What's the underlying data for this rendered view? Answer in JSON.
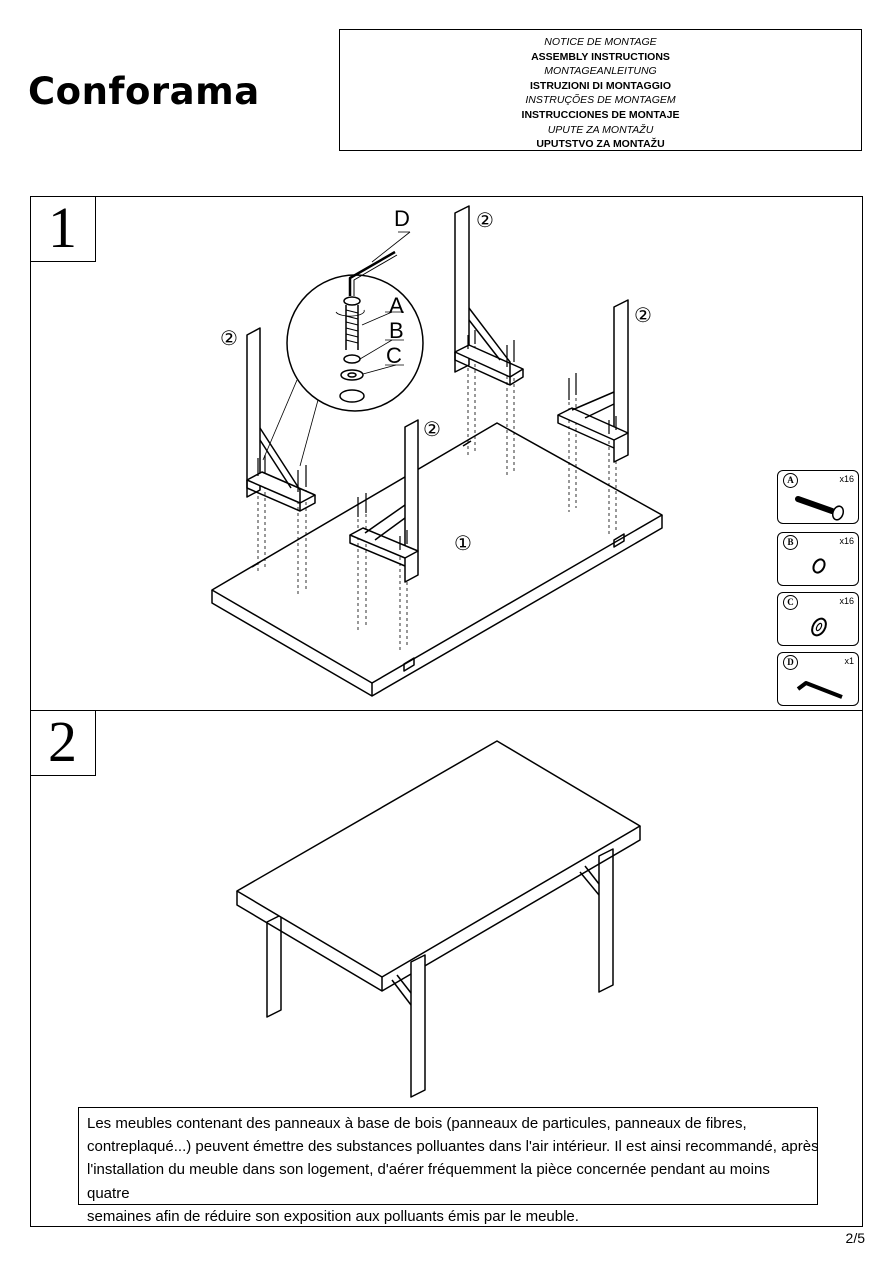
{
  "brand": {
    "logo_text": "Conforama"
  },
  "title_block": {
    "lines": [
      {
        "text": "NOTICE DE MONTAGE",
        "style": "italic"
      },
      {
        "text": "ASSEMBLY INSTRUCTIONS",
        "style": "bold"
      },
      {
        "text": "MONTAGEANLEITUNG",
        "style": "italic"
      },
      {
        "text": "ISTRUZIONI DI MONTAGGIO",
        "style": "bold"
      },
      {
        "text": "INSTRUÇÕES DE MONTAGEM",
        "style": "italic"
      },
      {
        "text": "INSTRUCCIONES DE MONTAJE",
        "style": "bold"
      },
      {
        "text": "UPUTE ZA MONTAŽU",
        "style": "italic"
      },
      {
        "text": "UPUTSTVO ZA MONTAŽU",
        "style": "bold"
      }
    ]
  },
  "steps": [
    {
      "number": "1"
    },
    {
      "number": "2"
    }
  ],
  "diagram_labels": {
    "tool": "D",
    "bolt": "A",
    "lock_washer": "B",
    "flat_washer": "C",
    "leg": "②",
    "tabletop": "①"
  },
  "parts": [
    {
      "letter": "A",
      "qty": "x16",
      "icon": "bolt-icon"
    },
    {
      "letter": "B",
      "qty": "x16",
      "icon": "lock-washer-icon"
    },
    {
      "letter": "C",
      "qty": "x16",
      "icon": "flat-washer-icon"
    },
    {
      "letter": "D",
      "qty": "x1",
      "icon": "allen-key-icon"
    }
  ],
  "note": {
    "lines": [
      "Les meubles contenant des panneaux à base de bois (panneaux de particules, panneaux de fibres,",
      "contreplaqué...) peuvent émettre des substances polluantes dans l'air intérieur. Il est ainsi recommandé, après",
      "l'installation du meuble dans son logement, d'aérer fréquemment la pièce concernée pendant au moins quatre",
      "semaines afin de réduire son exposition aux polluants émis par le meuble."
    ]
  },
  "page": {
    "number": "2/5"
  }
}
